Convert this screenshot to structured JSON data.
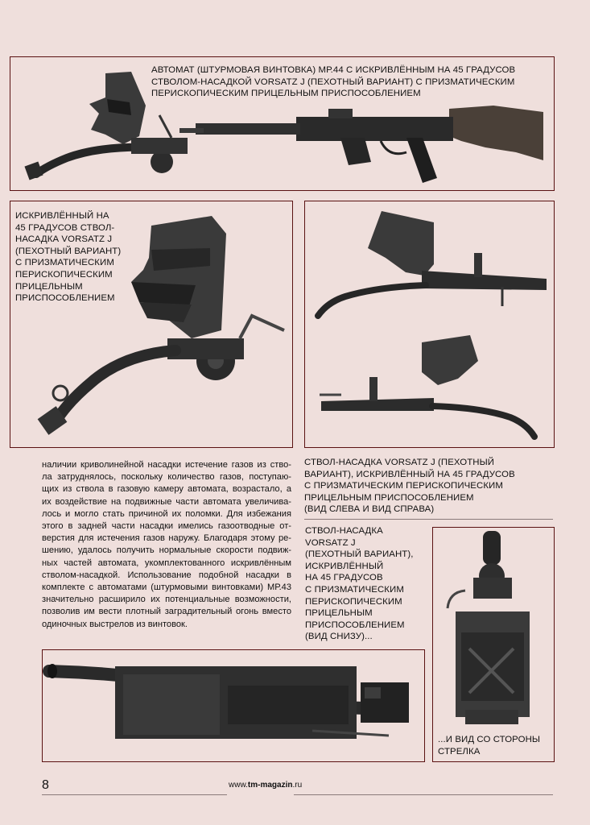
{
  "captions": {
    "top": "АВТОМАТ (ШТУРМОВАЯ ВИНТОВКА) МР.44 С  ИСКРИВЛЁННЫМ НА 45 ГРАДУСОВ\nСТВОЛОМ-НАСАДКОЙ VORSATZ J (ПЕХОТНЫЙ ВАРИАНТ) С ПРИЗМАТИЧЕСКИМ\nПЕРИСКОПИЧЕСКИМ ПРИЦЕЛЬНЫМ ПРИСПОСОБЛЕНИЕМ",
    "middle_left": "ИСКРИВЛЁННЫЙ НА\n45 ГРАДУСОВ СТВОЛ-\nНАСАДКА VORSATZ J\n(ПЕХОТНЫЙ ВАРИАНТ)\nС ПРИЗМАТИЧЕСКИМ\nПЕРИСКОПИЧЕСКИМ\nПРИЦЕЛЬНЫМ\nПРИСПОСОБЛЕНИЕМ",
    "middle_right": "СТВОЛ-НАСАДКА   VORSATZ J (ПЕХОТНЫЙ\nВАРИАНТ), ИСКРИВЛЁННЫЙ НА 45 ГРАДУСОВ\nС ПРИЗМАТИЧЕСКИМ ПЕРИСКОПИЧЕСКИМ\nПРИЦЕЛЬНЫМ ПРИСПОСОБЛЕНИЕМ\n(ВИД СЛЕВА И ВИД СПРАВА)",
    "bottom_view": "СТВОЛ-НАСАДКА\nVORSATZ J\n(ПЕХОТНЫЙ ВАРИАНТ),\nИСКРИВЛЁННЫЙ\nНА 45 ГРАДУСОВ\nС ПРИЗМАТИЧЕСКИМ\nПЕРИСКОПИЧЕСКИМ\nПРИЦЕЛЬНЫМ\nПРИСПОСОБЛЕНИЕМ\n(ВИД СНИЗУ)...",
    "shooter_view": "...И ВИД СО СТОРОНЫ\nСТРЕЛКА"
  },
  "body_lines": [
    "наличии криволинейной насадки истечение газов из ство-",
    "ла затруднялось, поскольку количество газов, поступаю-",
    "щих из ствола в газовую камеру автомата, возрастало, а",
    "их воздействие на подвижные части автомата увеличива-",
    "лось и могло стать причиной их поломки. Для избежания",
    "этого в задней части насадки имелись газоотводные от-",
    "верстия для истечения газов наружу. Благодаря этому ре-",
    "шению, удалось получить нормальные скорости подвиж-",
    "ных частей автомата, укомплектованного искривлённым",
    "стволом-насадкой. Использование подобной насадки в",
    "комплекте с автоматами (штурмовыми винтовками) МР.43",
    "значительно расширило их потенциальные возможности,",
    "позволив им вести плотный заградительный огонь вместо",
    "одиночных выстрелов из винтовок."
  ],
  "footer": {
    "page_number": "8",
    "site_prefix": "www.",
    "site_name": "tm-magazin",
    "site_suffix": ".ru"
  },
  "colors": {
    "page_bg": "#efdfdc",
    "frame_border": "#5a1212",
    "metal": "#3a3a3a",
    "metal_dark": "#1e1e1e",
    "wood": "#4a4038"
  }
}
